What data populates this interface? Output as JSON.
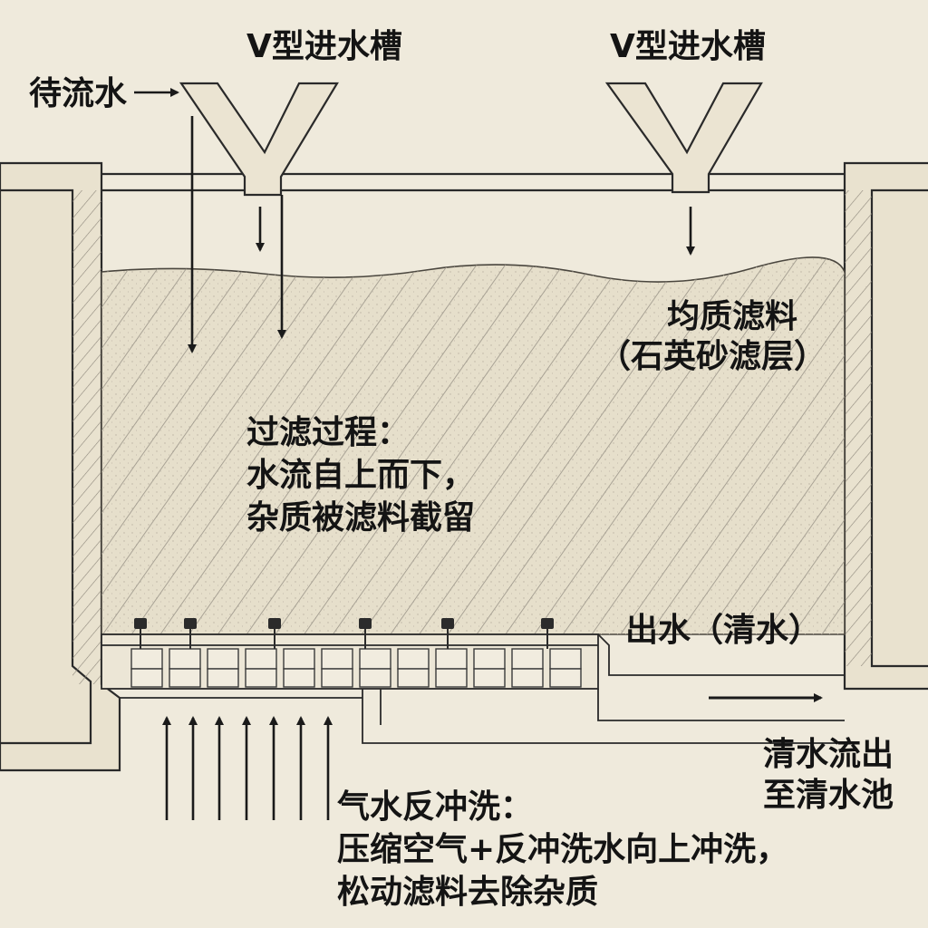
{
  "labels": {
    "v_channel_left": "V型进水槽",
    "v_channel_right": "V型进水槽",
    "influent": "待流水",
    "media_line1": "均质滤料",
    "media_line2": "（石英砂滤层）",
    "filter_title": "过滤过程：",
    "filter_line1": "水流自上而下，",
    "filter_line2": "杂质被滤料截留",
    "outlet": "出水（清水）",
    "clear_flow_line1": "清水流出",
    "clear_flow_line2": "至清水池",
    "backwash_title": "气水反冲洗：",
    "backwash_line1": "压缩空气+反冲洗水向上冲洗，",
    "backwash_line2": "松动滤料去除杂质"
  },
  "colors": {
    "background": "#efeadc",
    "wall": "#e9e2cf",
    "media": "#e6dfcb",
    "hatch": "#9a9488",
    "ink": "#1a1a1a"
  },
  "icons": [
    "v-channel-icon",
    "down-arrow-icon",
    "up-arrow-icon",
    "right-arrow-icon",
    "nozzle-icon"
  ]
}
